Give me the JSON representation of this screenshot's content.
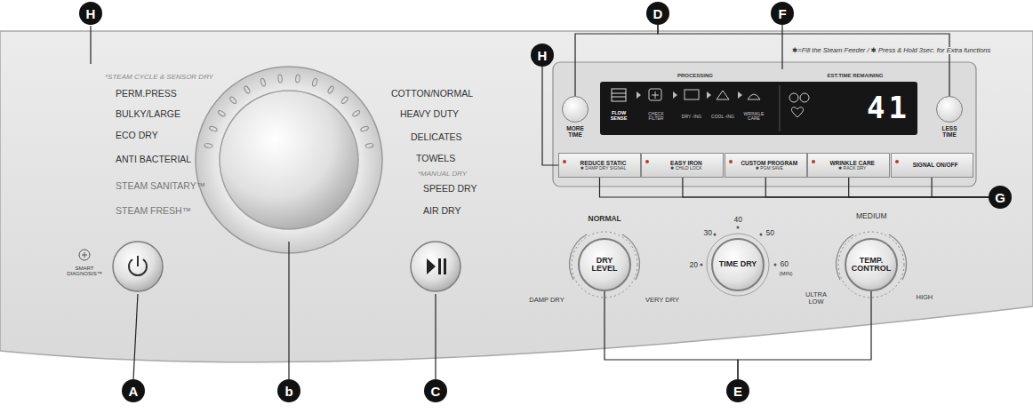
{
  "diagram": {
    "nodes": [
      {
        "text": [
          "H"
        ]
      },
      {
        "text": [
          "D"
        ]
      },
      {
        "text": [
          "F"
        ]
      },
      {
        "text": [
          "H"
        ]
      },
      {
        "text": [
          "MORE TIME"
        ]
      },
      {
        "text": [
          "PROCESSING",
          "FLOW SENSE",
          "CHECK FILTER",
          "DRY -ING",
          "COOL -ING",
          "WRINKLE CARE",
          "EST.TIME REMAINING",
          "41"
        ]
      },
      {
        "text": [
          "LESS TIME"
        ]
      },
      {
        "text": [
          "REDUCE STATIC",
          "✱ DAMP DRY SIGNAL"
        ]
      },
      {
        "text": [
          "EASY IRON",
          "✱ CHILD LOCK"
        ]
      },
      {
        "text": [
          "CUSTOM PROGRAM",
          "✱ PGM SAVE"
        ]
      },
      {
        "text": [
          "WRINKLE CARE",
          "✱ RACK DRY"
        ]
      },
      {
        "text": [
          "SIGNAL ON/OFF"
        ]
      },
      {
        "text": [
          "G"
        ]
      },
      {
        "text": [
          "DRY LEVEL"
        ]
      },
      {
        "text": [
          "TIME DRY"
        ]
      },
      {
        "text": [
          "TEMP. CONTROL"
        ]
      },
      {
        "text": [
          "A"
        ]
      },
      {
        "text": [
          "b"
        ]
      },
      {
        "text": [
          "C"
        ]
      },
      {
        "text": [
          "E"
        ]
      }
    ],
    "edges": [
      {
        "from": 1,
        "to": 4,
        "arrow": "none"
      },
      {
        "from": 1,
        "to": 6,
        "arrow": "none"
      },
      {
        "from": 2,
        "to": 5,
        "arrow": "none"
      },
      {
        "from": 3,
        "to": 7,
        "arrow": "none"
      },
      {
        "from": 12,
        "to": 7,
        "arrow": "none"
      },
      {
        "from": 12,
        "to": 8,
        "arrow": "none"
      },
      {
        "from": 12,
        "to": 9,
        "arrow": "none"
      },
      {
        "from": 12,
        "to": 10,
        "arrow": "none"
      },
      {
        "from": 12,
        "to": 11,
        "arrow": "none"
      },
      {
        "from": 19,
        "to": 13,
        "arrow": "none"
      },
      {
        "from": 19,
        "to": 15,
        "arrow": "none"
      }
    ],
    "labels": [
      "*STEAM CYCLE & SENSOR DRY",
      "PERM.PRESS",
      "BULKY/LARGE",
      "ECO DRY",
      "ANTI BACTERIAL",
      "STEAM SANITARY™",
      "STEAM FRESH™",
      "COTTON/NORMAL",
      "HEAVY DUTY",
      "DELICATES",
      "TOWELS",
      "*MANUAL DRY",
      "SPEED DRY",
      "AIR DRY",
      "SMART DIAGNOSIS™",
      "✱=Fill the Steam Feeder / ✱ Press & Hold 3sec. for Extra functions",
      "NORMAL",
      "DAMP DRY",
      "VERY DRY",
      "30",
      "40",
      "50",
      "20",
      "60",
      "(MIN)",
      "ULTRA LOW",
      "MEDIUM",
      "HIGH"
    ]
  }
}
